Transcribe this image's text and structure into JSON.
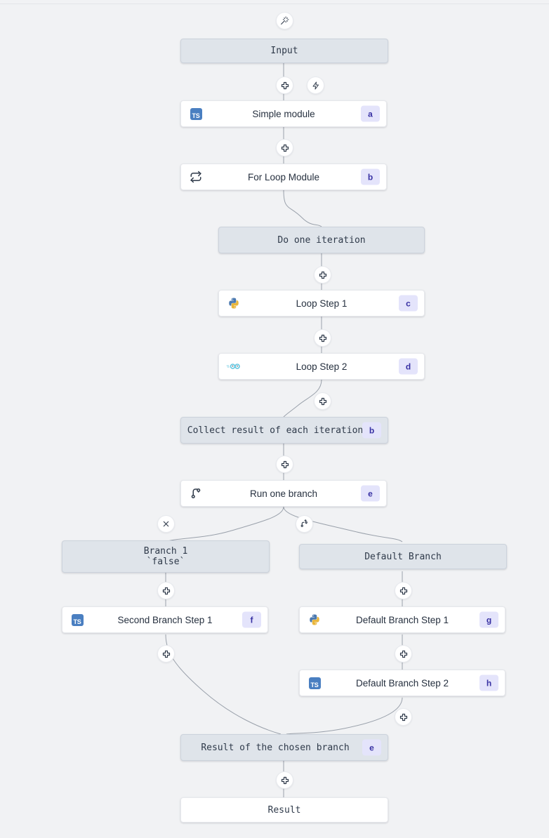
{
  "canvas": {
    "background": "#f1f2f4",
    "virtual_node_bg": "#dfe4ea",
    "module_node_bg": "#ffffff",
    "badge_bg": "#e4e4fb",
    "badge_fg": "#3730a3",
    "edge_color": "#9aa1ab"
  },
  "nodes": {
    "input": {
      "label": "Input"
    },
    "simple_module": {
      "label": "Simple module",
      "badge": "a",
      "language": "typescript"
    },
    "for_loop": {
      "label": "For Loop Module",
      "badge": "b",
      "icon": "loop-icon"
    },
    "do_one_iteration": {
      "label": "Do one iteration"
    },
    "loop_step_1": {
      "label": "Loop Step 1",
      "badge": "c",
      "language": "python"
    },
    "loop_step_2": {
      "label": "Loop Step 2",
      "badge": "d",
      "language": "go"
    },
    "collect_result": {
      "label": "Collect result of each iteration",
      "badge": "b"
    },
    "run_one_branch": {
      "label": "Run one branch",
      "badge": "e",
      "icon": "git-branch-icon"
    },
    "branch_1": {
      "label": "Branch 1\n`false`"
    },
    "default_branch": {
      "label": "Default Branch"
    },
    "second_branch_step_1": {
      "label": "Second Branch Step 1",
      "badge": "f",
      "language": "typescript"
    },
    "default_branch_step_1": {
      "label": "Default Branch Step 1",
      "badge": "g",
      "language": "python"
    },
    "default_branch_step_2": {
      "label": "Default Branch Step 2",
      "badge": "h",
      "language": "typescript"
    },
    "result_chosen_branch": {
      "label": "Result of the chosen branch",
      "badge": "e"
    },
    "result": {
      "label": "Result"
    }
  },
  "handles": {
    "wand": {
      "icon": "magic-wand-icon"
    },
    "add_after_input": {
      "icon": "plus-icon"
    },
    "trigger": {
      "icon": "lightning-bolt-icon"
    },
    "add_after_simple": {
      "icon": "plus-icon"
    },
    "add_in_loop_top": {
      "icon": "plus-icon"
    },
    "add_after_loop_step_1": {
      "icon": "plus-icon"
    },
    "add_after_loop_step_2": {
      "icon": "plus-icon"
    },
    "add_after_collect": {
      "icon": "plus-icon"
    },
    "remove_branch": {
      "icon": "close-icon"
    },
    "add_branch": {
      "icon": "git-branch-plus-icon"
    },
    "add_in_branch_1": {
      "icon": "plus-icon"
    },
    "add_after_second_branch_step_1": {
      "icon": "plus-icon"
    },
    "add_in_default_branch": {
      "icon": "plus-icon"
    },
    "add_after_default_branch_step_1": {
      "icon": "plus-icon"
    },
    "add_after_default_branch_step_2": {
      "icon": "plus-icon"
    },
    "add_after_result_branch": {
      "icon": "plus-icon"
    }
  }
}
